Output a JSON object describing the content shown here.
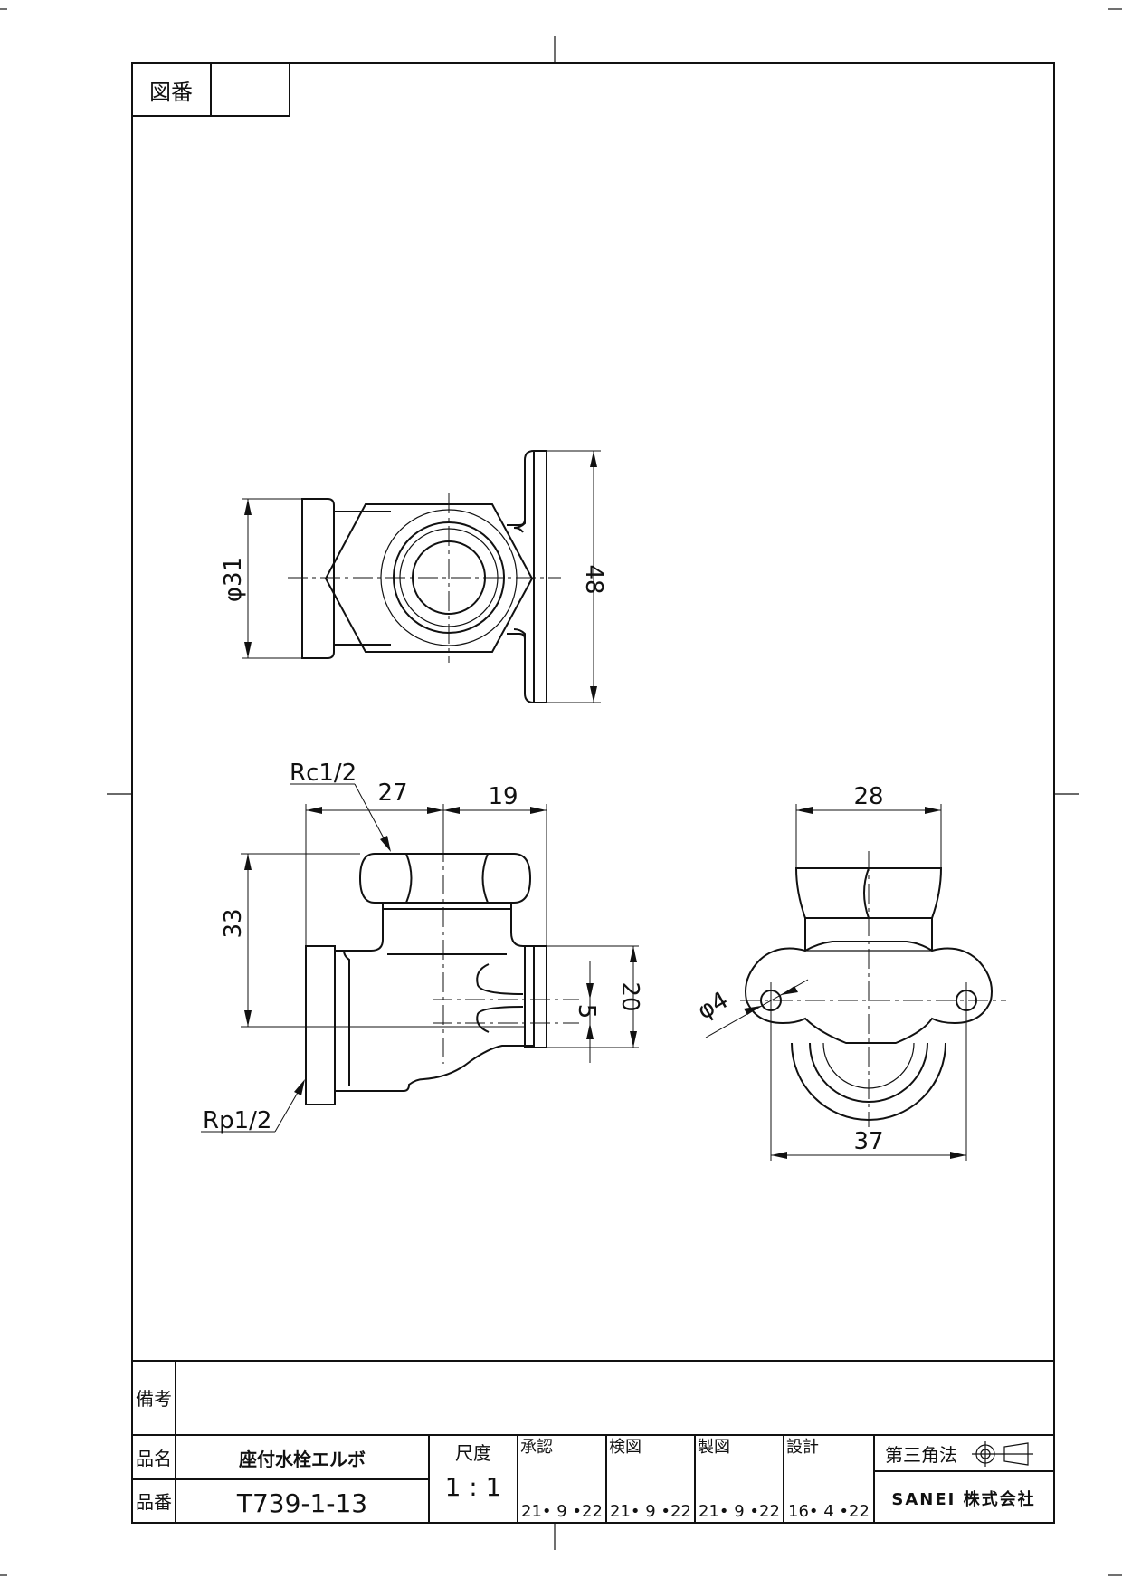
{
  "drawing_number_label": "図番",
  "drawing_number_value": "",
  "title_block": {
    "remarks_label": "備考",
    "remarks_value": "",
    "product_name_label": "品名",
    "product_name": "座付水栓エルボ",
    "product_number_label": "品番",
    "product_number": "T739-1-13",
    "scale_label": "尺度",
    "scale": "1 : 1",
    "approval_label": "承認",
    "approval_date": "21• 9 •22",
    "inspection_label": "検図",
    "inspection_date": "21• 9 •22",
    "drafting_label": "製図",
    "drafting_date": "21• 9 •22",
    "design_label": "設計",
    "design_date": "16• 4 •22",
    "projection_label": "第三角法",
    "company": "SANEI 株式会社"
  },
  "dimensions": {
    "top_view_dia": "φ31",
    "top_view_height": "48",
    "thread_rc": "Rc1/2",
    "front_width_1": "27",
    "front_width_2": "19",
    "front_height": "33",
    "front_small": "5",
    "front_height_2": "20",
    "thread_rp": "Rp1/2",
    "side_width_top": "28",
    "side_hole_dia": "φ4",
    "side_width_bottom": "37"
  }
}
